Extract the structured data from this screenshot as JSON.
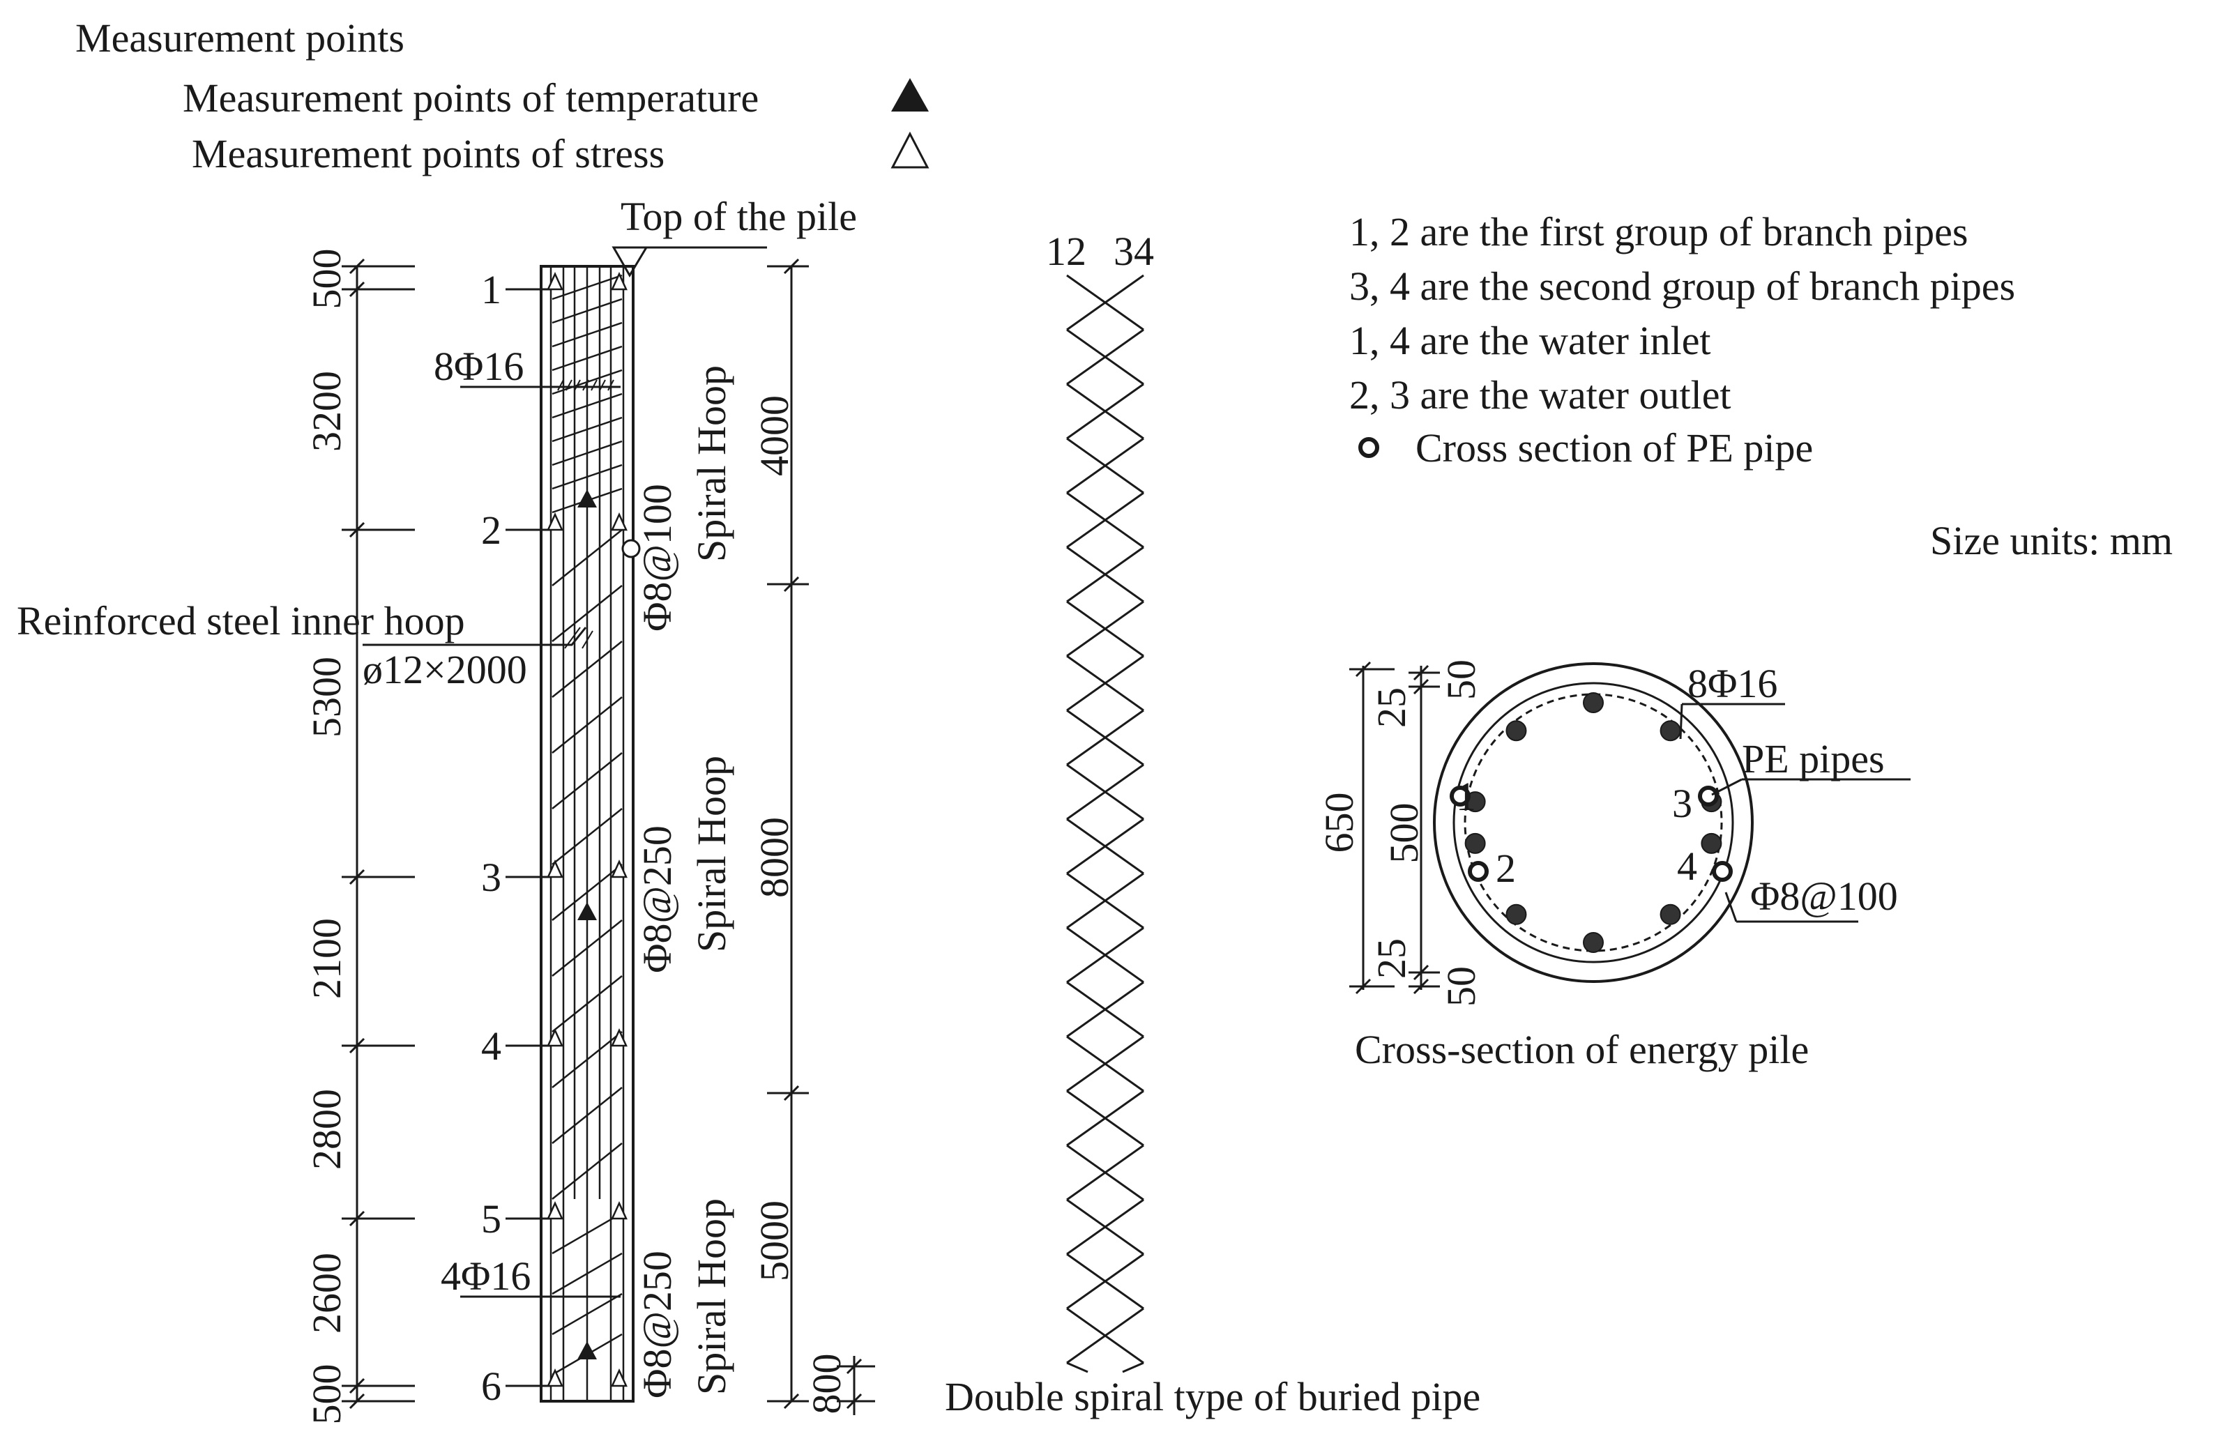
{
  "legend": {
    "title": "Measurement points",
    "temperature": "Measurement points of temperature",
    "stress": "Measurement points of stress"
  },
  "elevation": {
    "top_label": "Top of the pile",
    "left_dims": [
      "500",
      "3200",
      "5300",
      "2100",
      "2800",
      "2600",
      "500"
    ],
    "points": [
      "1",
      "2",
      "3",
      "4",
      "5",
      "6"
    ],
    "rebar_top": "8Φ16",
    "rebar_bottom": "4Φ16",
    "inner_hoop_label": "Reinforced steel inner hoop",
    "inner_hoop_spec": "ø12×2000",
    "hoop_specs": [
      "Φ8@100",
      "Φ8@250",
      "Φ8@250"
    ],
    "hoop_label": "Spiral Hoop",
    "right_dims": [
      "4000",
      "8000",
      "5000",
      "800"
    ]
  },
  "buried_pipe": {
    "top_labels": [
      "12",
      "34"
    ],
    "caption": "Double spiral type of buried pipe"
  },
  "notes": [
    "1, 2 are the first group of branch pipes",
    "3, 4 are the second group of branch pipes",
    "1, 4 are the water inlet",
    "2, 3 are the water outlet"
  ],
  "pe_legend": "Cross section of PE pipe",
  "units": "Size units:  mm",
  "cross_section": {
    "dims": [
      "650",
      "25",
      "50",
      "500",
      "25",
      "50"
    ],
    "rebar_label": "8Φ16",
    "pe_label": "PE pipes",
    "hoop_label": "Φ8@100",
    "pipe_numbers": [
      "1",
      "2",
      "3",
      "4"
    ],
    "caption": "Cross-section of energy pile"
  }
}
